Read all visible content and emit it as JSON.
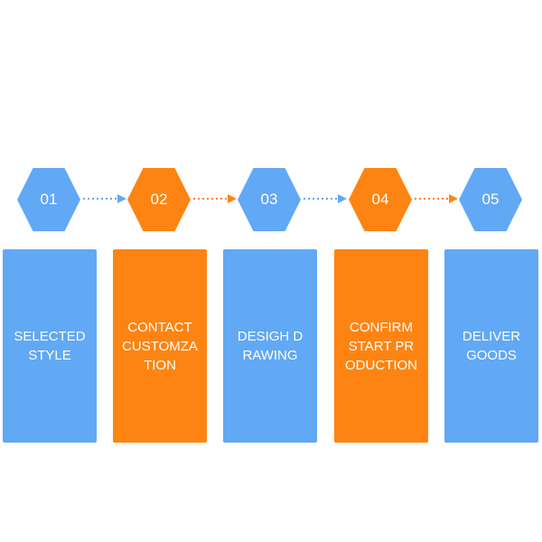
{
  "colors": {
    "blue": "#61a8f5",
    "orange": "#fd8412",
    "background": "#ffffff"
  },
  "steps": [
    {
      "number": "01",
      "label": "SELECTED STYLE",
      "color": "blue"
    },
    {
      "number": "02",
      "label": "CONTACT CUSTOMZATION",
      "color": "orange"
    },
    {
      "number": "03",
      "label": "DESIGH DRAWING",
      "color": "blue"
    },
    {
      "number": "04",
      "label": "CONFIRM START PRODUCTION",
      "color": "orange"
    },
    {
      "number": "05",
      "label": "DELIVER GOODS",
      "color": "blue"
    }
  ],
  "connectors": [
    {
      "from": "01",
      "to": "02",
      "color": "blue"
    },
    {
      "from": "02",
      "to": "03",
      "color": "orange"
    },
    {
      "from": "03",
      "to": "04",
      "color": "blue"
    },
    {
      "from": "04",
      "to": "05",
      "color": "orange"
    }
  ]
}
